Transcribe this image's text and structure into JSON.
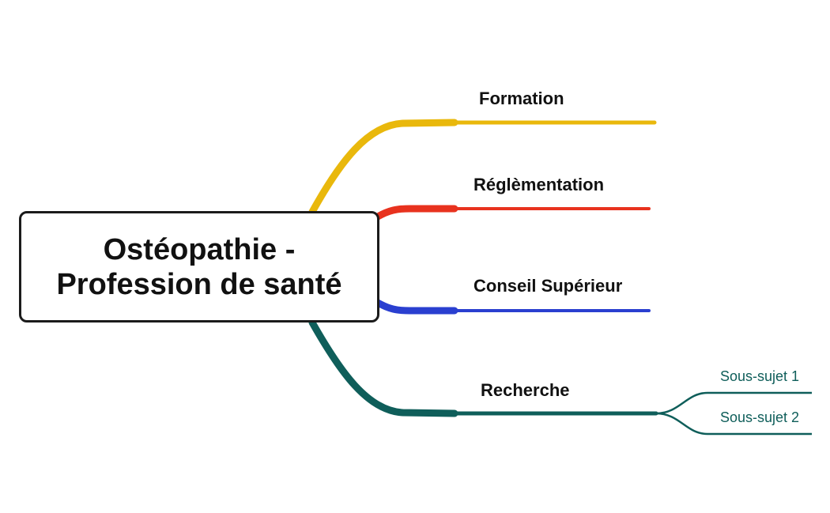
{
  "central_topic": {
    "line1": "Ostéopathie -",
    "line2": "Profession de santé"
  },
  "branches": [
    {
      "label": "Formation",
      "color": "#e9b80c",
      "subtopics": []
    },
    {
      "label": "Réglèmentation",
      "color": "#e8321e",
      "subtopics": []
    },
    {
      "label": "Conseil Supérieur",
      "color": "#2a3fd0",
      "subtopics": []
    },
    {
      "label": "Recherche",
      "color": "#0f5e5a",
      "subtopics": [
        "Sous-sujet 1",
        "Sous-sujet 2"
      ]
    }
  ]
}
